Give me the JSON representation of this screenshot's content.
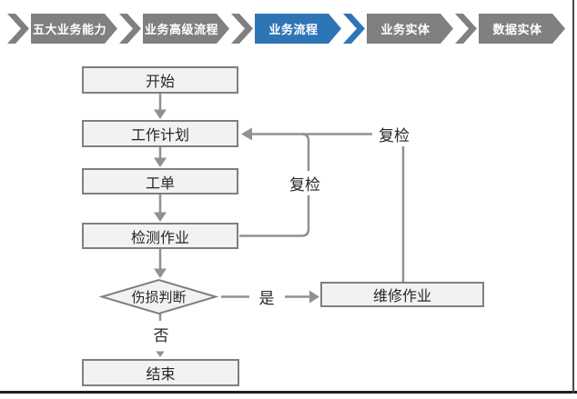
{
  "stepper": {
    "items": [
      {
        "label": "五大业务能力",
        "active": false
      },
      {
        "label": "业务高级流程",
        "active": false
      },
      {
        "label": "业务流程",
        "active": true
      },
      {
        "label": "业务实体",
        "active": false
      },
      {
        "label": "数据实体",
        "active": false
      }
    ],
    "colors": {
      "inactive": "#808080",
      "active": "#2E75B6",
      "text": "#FFFFFF"
    }
  },
  "flowchart": {
    "colors": {
      "node_fill": "#F2F2F2",
      "node_border": "#7F7F7F",
      "connector": "#919191",
      "label_text": "#262626"
    },
    "nodes": {
      "start": "开始",
      "work_plan": "工作计划",
      "work_order": "工单",
      "inspection": "检测作业",
      "damage_decision": "伤损判断",
      "repair": "维修作业",
      "end": "结束"
    },
    "edge_labels": {
      "recheck_outer": "复检",
      "recheck_inner": "复检",
      "yes": "是",
      "no": "否"
    }
  }
}
